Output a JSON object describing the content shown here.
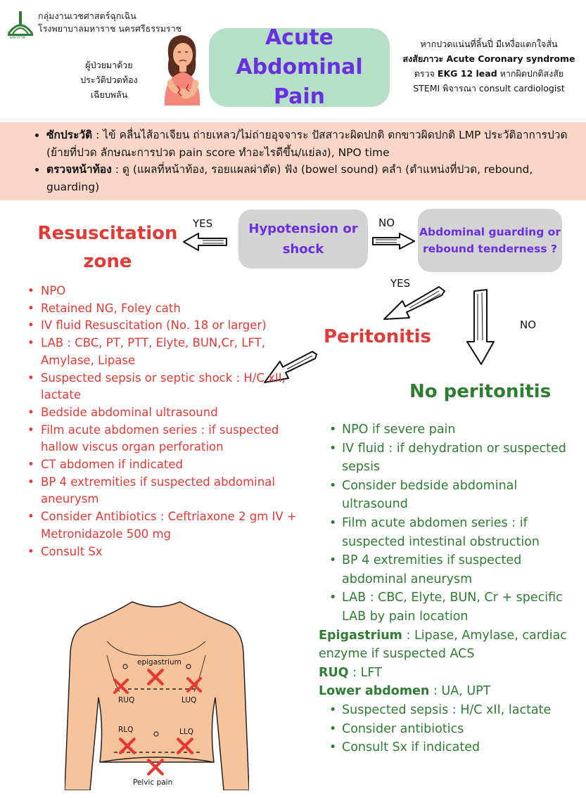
{
  "header": {
    "org_line1": "กลุ่มงานเวชศาสตร์ฉุกเฉิน",
    "org_line2": "โรงพยาบาลมหาราช นครศรีธรรมราช",
    "logo_caption": "มหาราช",
    "title_line1": "Acute",
    "title_line2": "Abdominal Pain",
    "patient_line1": "ผู้ป่วยมาด้วย",
    "patient_line2": "ประวัติปวดท้อง",
    "patient_line3": "เฉียบพลัน",
    "acs_line1": "หากปวดแน่นที่ลิ้นปี่ มีเหงื่อแตกใจสั่น",
    "acs_line2": "สงสัยภาวะ Acute Coronary syndrome",
    "acs_line3_prefix": "ตรวจ ",
    "acs_line3_bold": "EKG 12 lead",
    "acs_line3_suffix": " หากผิดปกติสงสัย",
    "acs_line4": "STEMI พิจารณา consult cardiologist"
  },
  "history": [
    {
      "label": "ซักประวัติ",
      "text": " : ไข้ คลื่นไส้อาเจียน ถ่ายเหลว/ไม่ถ่ายอุจจาระ ปัสสาวะผิดปกติ ตกขาวผิดปกติ LMP ประวัติอาการปวด (ย้ายที่ปวด ลักษณะการปวด  pain score ทำอะไรดีขึ้น/แย่ลง), NPO time"
    },
    {
      "label": "ตรวจหน้าท้อง",
      "text": " : ดู (แผลที่หน้าท้อง, รอยแผลผ่าตัด) ฟัง (bowel sound) คลำ (ตำแหน่งที่ปวด, rebound, guarding)"
    }
  ],
  "flow": {
    "resus_line1": "Resuscitation",
    "resus_line2": "zone",
    "yes_left": "YES",
    "hypo_line1": "Hypotension or",
    "hypo_line2": "shock",
    "no_top": "NO",
    "guard_line1": "Abdominal guarding or",
    "guard_line2": "rebound tenderness ?",
    "yes_down": "YES",
    "no_down": "NO",
    "peritonitis": "Peritonitis",
    "no_peritonitis": "No peritonitis"
  },
  "resuscitation_list": [
    "NPO",
    "Retained NG, Foley cath",
    "IV fluid Resuscitation (No. 18 or larger)",
    "LAB : CBC, PT, PTT, Elyte, BUN,Cr, LFT, Amylase, Lipase",
    "Suspected sepsis or septic shock : H/C xII, lactate",
    "Bedside abdominal ultrasound",
    "Film acute abdomen series : if suspected hallow viscus organ perforation",
    "CT abdomen if indicated",
    "BP 4 extremities if suspected abdominal aneurysm",
    "Consider Antibiotics  : Ceftriaxone 2 gm IV  +  Metronidazole 500 mg",
    "Consult Sx"
  ],
  "no_peritonitis_list": [
    "NPO if severe pain",
    "IV fluid : if dehydration or suspected sepsis",
    "Consider bedside abdominal ultrasound",
    "Film acute abdomen series : if suspected intestinal obstruction",
    "BP 4 extremities if suspected abdominal aneurysm",
    "LAB : CBC, Elyte, BUN, Cr + specific LAB by pain location"
  ],
  "location_labs": {
    "epi_label": "Epigastrium",
    "epi_text": " : Lipase, Amylase, cardiac enzyme if suspected ACS",
    "ruq_label": "RUQ",
    "ruq_text": " : LFT",
    "lower_label": "Lower abdomen",
    "lower_text": " : UA, UPT",
    "lower_items": [
      "Suspected sepsis : H/C xII, lactate",
      "Consider antibiotics",
      "Consult Sx if indicated"
    ]
  },
  "torso": {
    "epigastrium": "epigastrium",
    "ruq": "RUQ",
    "luq": "LUQ",
    "rlq": "RLQ",
    "llq": "LLQ",
    "pelvic": "Pelvic pain"
  },
  "colors": {
    "title_purple": "#6a2fe0",
    "red": "#e53935",
    "green": "#2e7d32",
    "title_box": "#b4e0c6",
    "history_band": "#f9d6c6",
    "gray_box": "#d3d3d3",
    "skin": "#f7c39b"
  }
}
